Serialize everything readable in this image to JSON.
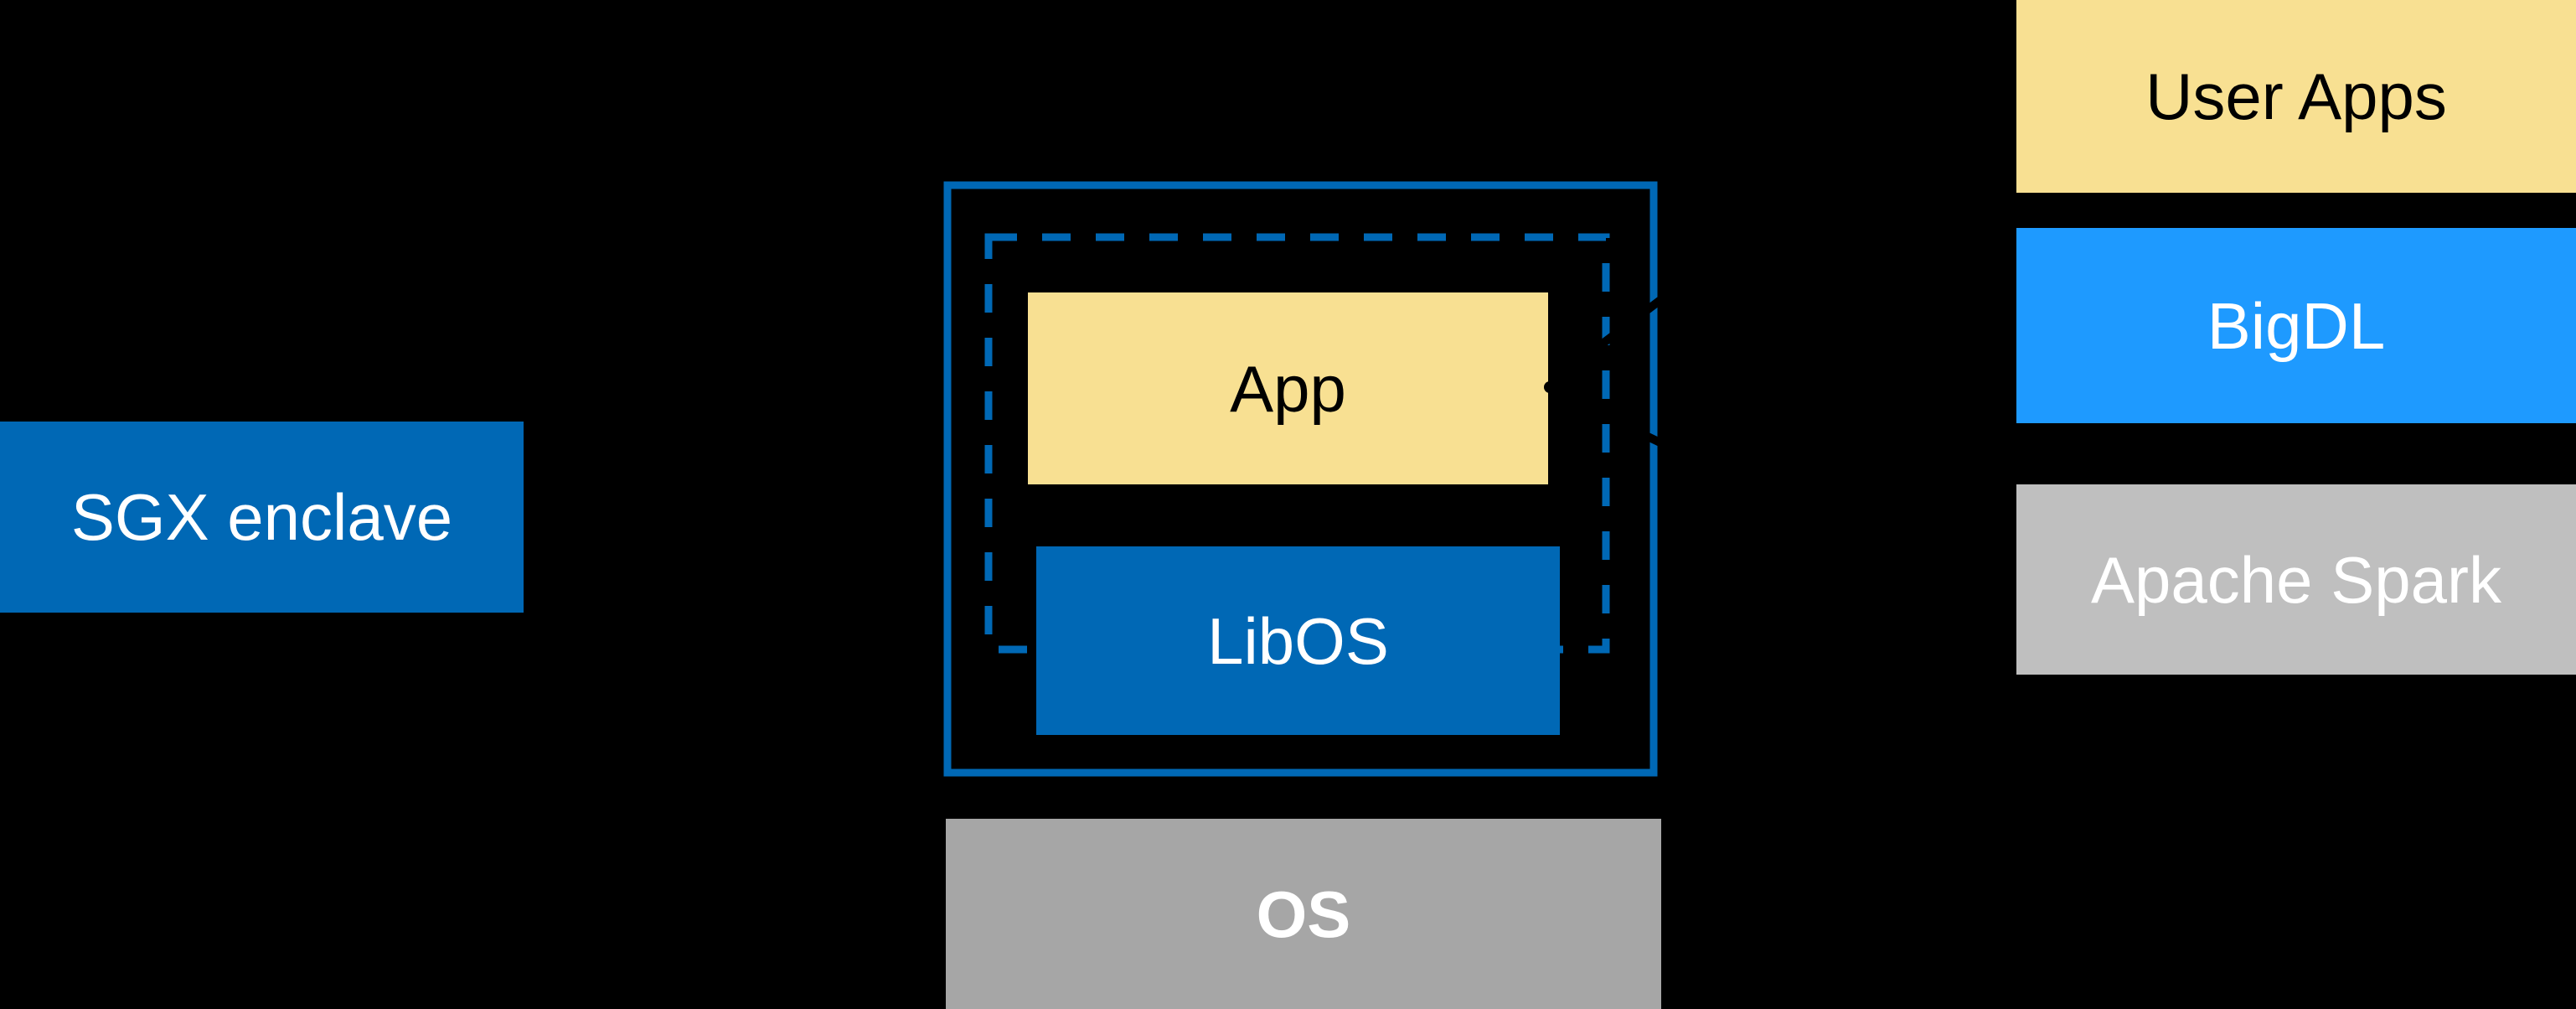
{
  "colors": {
    "background": "#000000",
    "intel_blue": "#0068b5",
    "bigdl_blue": "#1e9aff",
    "app_yellow": "#f8e092",
    "os_gray": "#a6a6a6",
    "spark_gray": "#bfbfbf",
    "leader_black": "#000000",
    "text_light": "#ffffff",
    "text_dark": "#000000"
  },
  "enclave_callout": {
    "label": "SGX enclave"
  },
  "enclave_stack": {
    "app_label": "App",
    "libos_label": "LibOS"
  },
  "host": {
    "os_label": "OS"
  },
  "software_stack": {
    "items": [
      {
        "label": "User Apps"
      },
      {
        "label": "BigDL"
      },
      {
        "label": "Apache Spark"
      }
    ]
  }
}
